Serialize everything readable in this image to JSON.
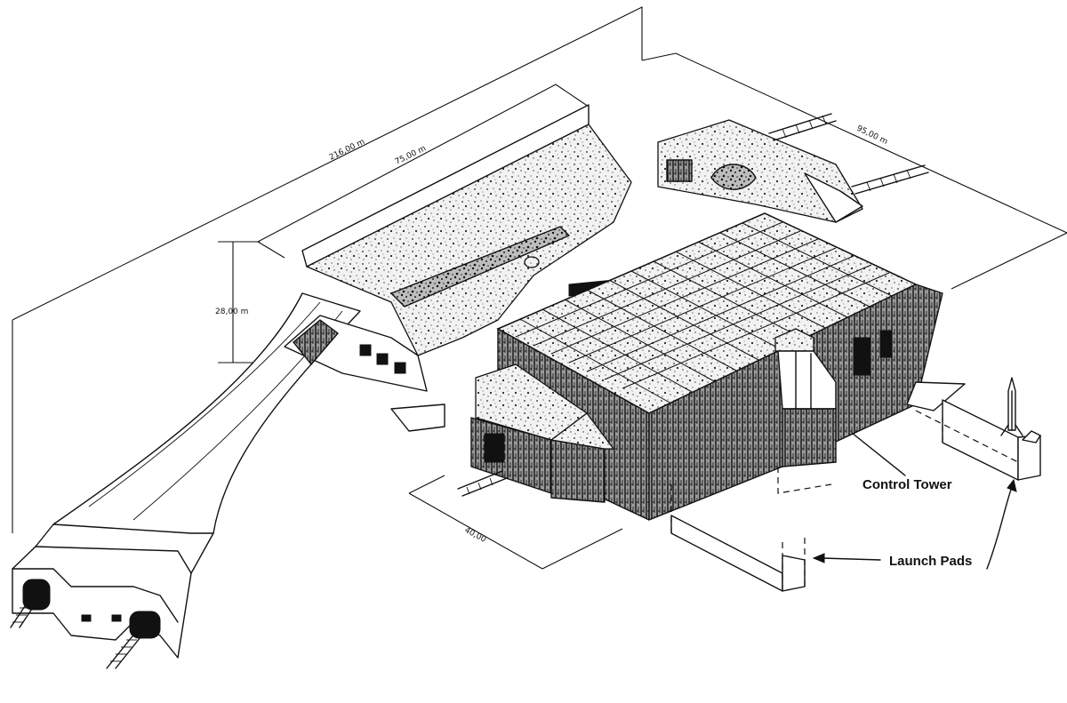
{
  "dimensions": {
    "overall_length": "216,00 m",
    "bunker_length": "75,00 m",
    "height": "28,00 m",
    "depth": "95,00 m",
    "front_width": "40,00"
  },
  "labels": {
    "control_tower": "Control Tower",
    "launch_pads": "Launch Pads"
  }
}
